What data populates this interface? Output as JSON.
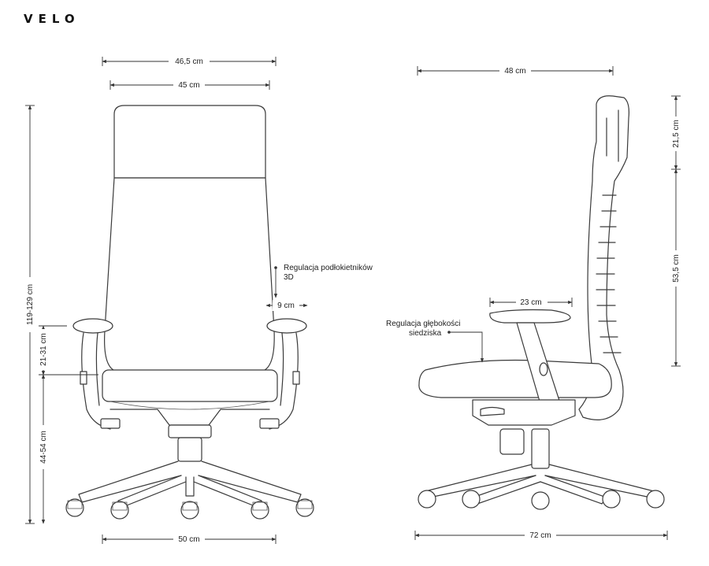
{
  "brand": "VELO",
  "front": {
    "dims": {
      "overall_width": "46,5 cm",
      "back_width": "45 cm",
      "total_height": "119-129 cm",
      "armrest_height": "21-31 cm",
      "seat_height": "44-54 cm",
      "base_width": "50 cm",
      "armrest_pad": "9 cm"
    },
    "callout": {
      "line1": "Regulacja podłokietników",
      "line2": "3D"
    }
  },
  "side": {
    "dims": {
      "depth": "48 cm",
      "headrest_height": "21,5 cm",
      "backrest_height": "53,5 cm",
      "armrest_length": "23 cm",
      "base_depth": "72 cm"
    },
    "callout": {
      "line1": "Regulacja głębokości",
      "line2": "siedziska"
    }
  }
}
